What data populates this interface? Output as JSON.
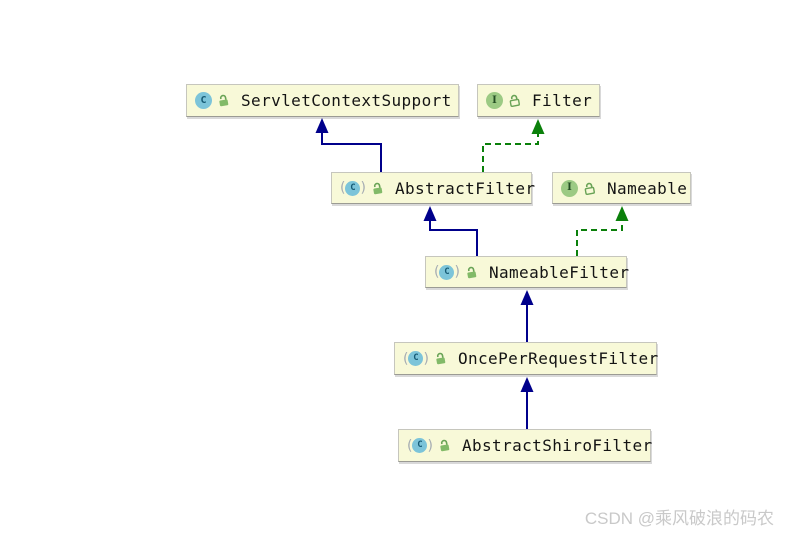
{
  "diagram": {
    "nodes": [
      {
        "name": "ServletContextSupport",
        "kind": "class",
        "visibility": "public"
      },
      {
        "name": "Filter",
        "kind": "interface",
        "visibility": "public"
      },
      {
        "name": "AbstractFilter",
        "kind": "abstract-class",
        "visibility": "public"
      },
      {
        "name": "Nameable",
        "kind": "interface",
        "visibility": "public"
      },
      {
        "name": "NameableFilter",
        "kind": "abstract-class",
        "visibility": "public"
      },
      {
        "name": "OncePerRequestFilter",
        "kind": "abstract-class",
        "visibility": "public"
      },
      {
        "name": "AbstractShiroFilter",
        "kind": "abstract-class",
        "visibility": "public"
      }
    ],
    "edges": [
      {
        "from": "AbstractFilter",
        "to": "ServletContextSupport",
        "type": "extends"
      },
      {
        "from": "AbstractFilter",
        "to": "Filter",
        "type": "implements"
      },
      {
        "from": "NameableFilter",
        "to": "AbstractFilter",
        "type": "extends"
      },
      {
        "from": "NameableFilter",
        "to": "Nameable",
        "type": "implements"
      },
      {
        "from": "OncePerRequestFilter",
        "to": "NameableFilter",
        "type": "extends"
      },
      {
        "from": "AbstractShiroFilter",
        "to": "OncePerRequestFilter",
        "type": "extends"
      }
    ],
    "class_letter": "C",
    "interface_letter": "I",
    "abstract_paren_open": "(",
    "abstract_paren_close": ")",
    "colors": {
      "extends_arrow": "#00008B",
      "implements_arrow": "#0B800B",
      "node_fill": "#F8F9D8",
      "class_icon": "#7CC4D9",
      "interface_icon": "#9CCA84",
      "lock_icon": "#7DB463"
    }
  },
  "watermark": {
    "text": "CSDN @乘风破浪的码农"
  }
}
